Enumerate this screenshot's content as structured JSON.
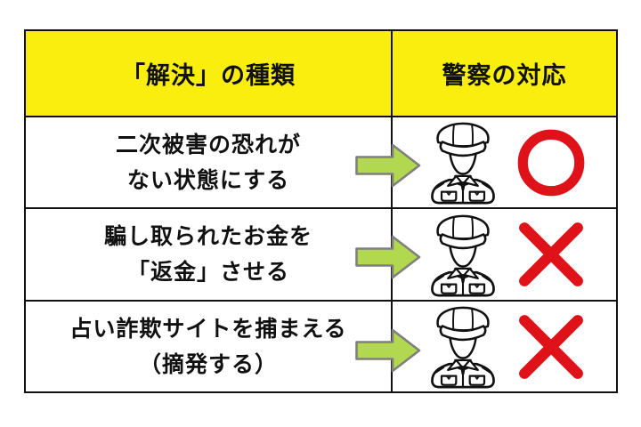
{
  "table": {
    "headers": [
      {
        "label": "「解決」の種類"
      },
      {
        "label": "警察の対応"
      }
    ],
    "rows": [
      {
        "line1": "二次被害の恐れが",
        "line2": "ない状態にする",
        "mark": "circle"
      },
      {
        "line1": "騙し取られたお金を",
        "line2": "「返金」させる",
        "mark": "cross"
      },
      {
        "line1": "占い詐欺サイトを捕まえる",
        "line2": "（摘発する）",
        "mark": "cross"
      }
    ]
  },
  "icons": {
    "arrow": "arrow-right-icon",
    "police": "police-officer-icon",
    "circle": "circle-mark-icon",
    "cross": "cross-mark-icon"
  },
  "colors": {
    "header_bg": "#F9EE0E",
    "arrow_fill": "#B2D84F",
    "arrow_stroke": "#7F7F7F",
    "mark_red": "#DF1119",
    "border": "#111111",
    "page_bg": "#FFFFFF",
    "text": "#111111"
  }
}
